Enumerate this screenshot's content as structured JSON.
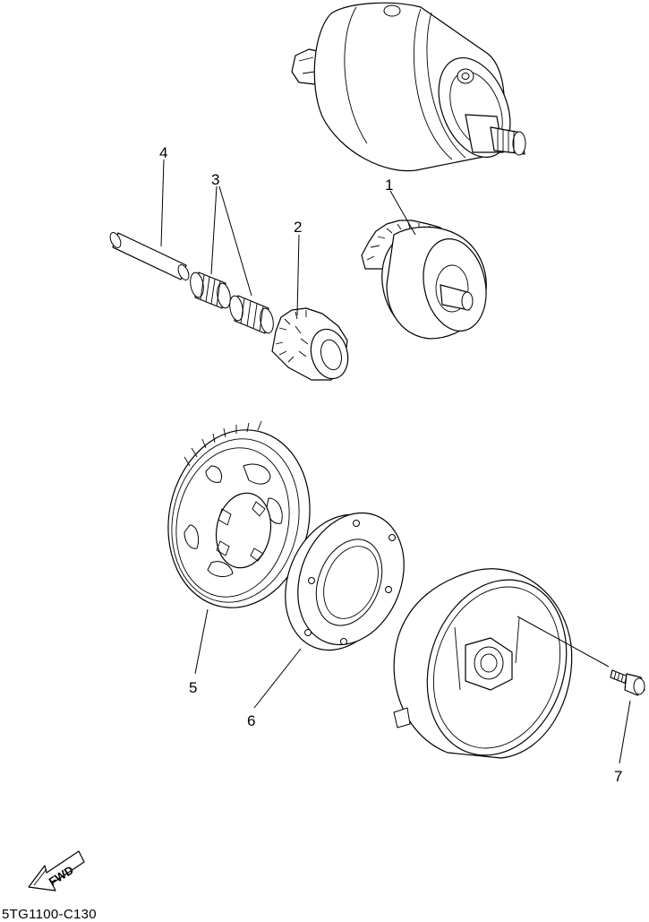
{
  "diagram_code": "5TG1100-C130",
  "fwd_label": "FWD",
  "callouts": [
    "1",
    "2",
    "3",
    "4",
    "5",
    "6",
    "7"
  ]
}
